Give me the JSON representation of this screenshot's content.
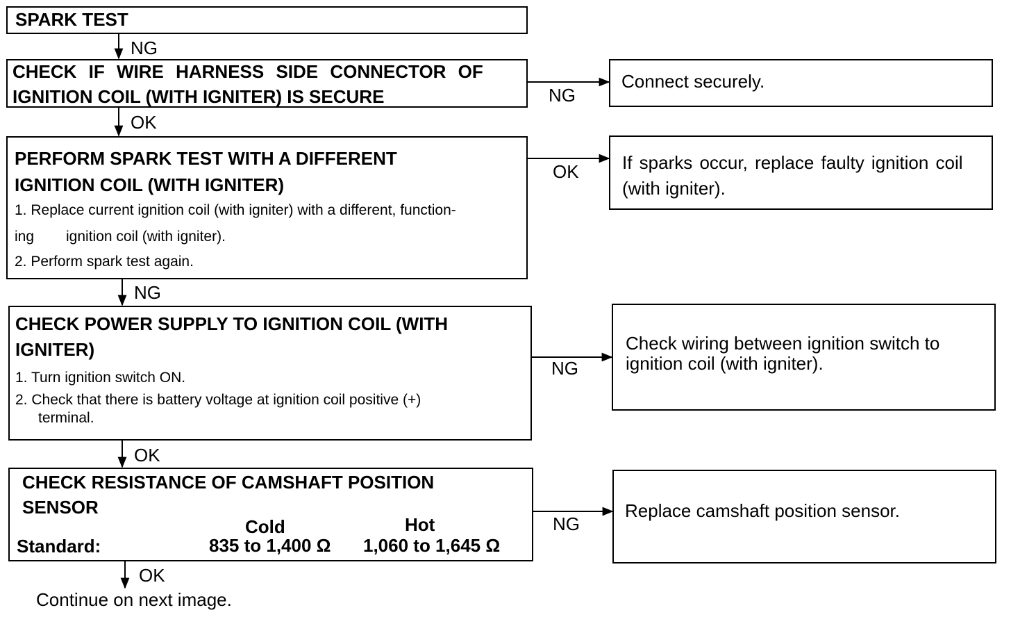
{
  "flow": {
    "spark_test": "SPARK TEST",
    "wire_check": {
      "line1": "CHECK IF WIRE HARNESS SIDE CONNECTOR OF",
      "line2": "IGNITION COIL (WITH IGNITER) IS SECURE"
    },
    "spark_diff": {
      "line1": "PERFORM SPARK TEST WITH A DIFFERENT",
      "line2": "IGNITION COIL (WITH IGNITER)",
      "step1a": "1. Replace current ignition coil (with igniter) with a different, function-",
      "step1b_pre": "ing",
      "step1b": "ignition coil (with igniter).",
      "step2": "2. Perform spark test again."
    },
    "power_check": {
      "line1": "CHECK POWER SUPPLY TO IGNITION COIL (WITH",
      "line2": "IGNITER)",
      "step1": "1. Turn ignition switch ON.",
      "step2a": "2. Check that there is battery voltage at ignition coil positive (+)",
      "step2b": "terminal."
    },
    "resistance_check": {
      "line1": "CHECK RESISTANCE OF CAMSHAFT POSITION",
      "line2": "SENSOR",
      "standard_label": "Standard:",
      "cold_header": "Cold",
      "hot_header": "Hot",
      "cold_value": "835 to 1,400 Ω",
      "hot_value": "1,060 to 1,645 Ω"
    },
    "continue": "Continue on next image."
  },
  "results": {
    "connect": "Connect securely.",
    "replace_coil_1": "If sparks occur, replace faulty ignition coil",
    "replace_coil_2": "(with igniter).",
    "check_wiring_1": "Check wiring between ignition switch to",
    "check_wiring_2": "ignition coil (with igniter).",
    "replace_sensor": "Replace camshaft position sensor."
  },
  "labels": {
    "ng": "NG",
    "ok": "OK"
  }
}
